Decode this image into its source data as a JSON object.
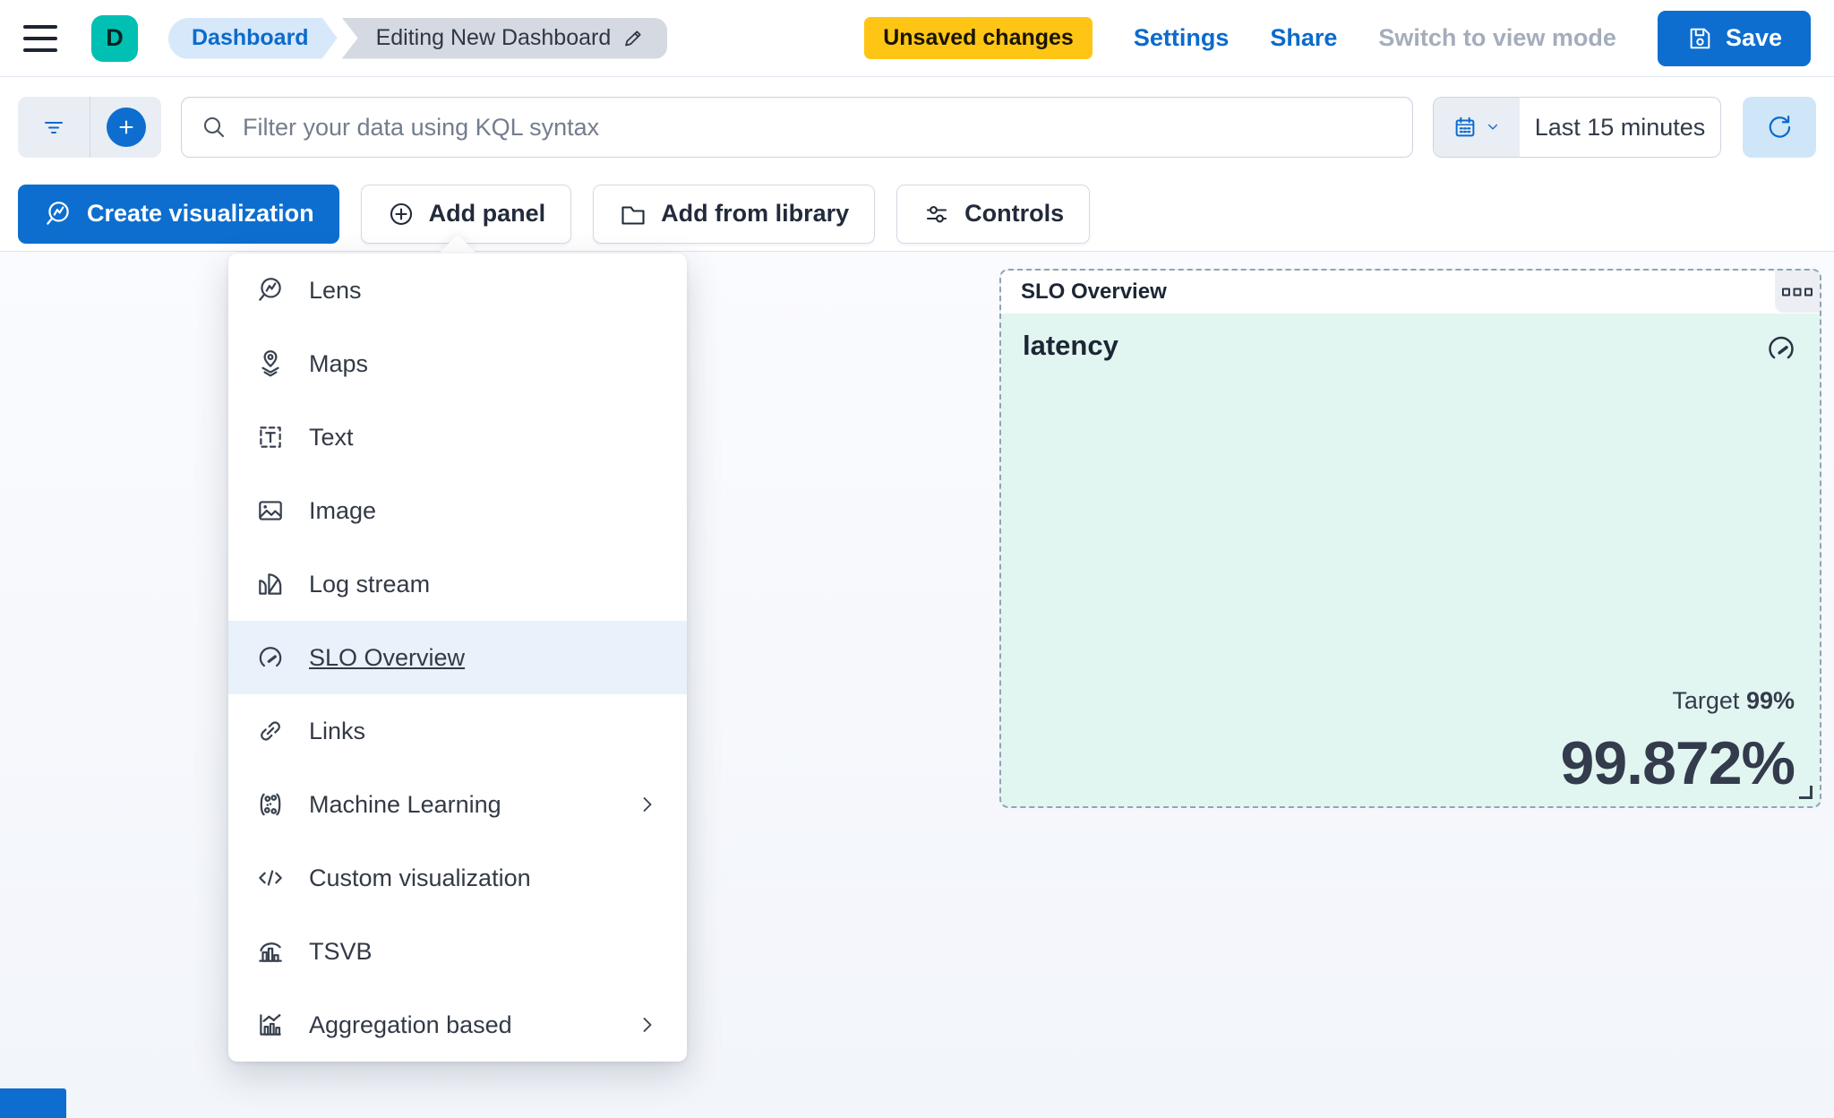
{
  "header": {
    "logo_letter": "D",
    "breadcrumbs": [
      {
        "label": "Dashboard"
      },
      {
        "label": "Editing New Dashboard"
      }
    ],
    "unsaved_badge": "Unsaved changes",
    "links": {
      "settings": "Settings",
      "share": "Share"
    },
    "view_mode_label": "Switch to view mode",
    "save_label": "Save"
  },
  "query_bar": {
    "search_placeholder": "Filter your data using KQL syntax",
    "time_range": "Last 15 minutes"
  },
  "toolbar": {
    "create_visualization": "Create visualization",
    "add_panel": "Add panel",
    "add_from_library": "Add from library",
    "controls": "Controls"
  },
  "menu": {
    "items": [
      {
        "label": "Lens",
        "icon": "lens-icon",
        "submenu": false,
        "highlighted": false
      },
      {
        "label": "Maps",
        "icon": "maps-icon",
        "submenu": false,
        "highlighted": false
      },
      {
        "label": "Text",
        "icon": "text-icon",
        "submenu": false,
        "highlighted": false
      },
      {
        "label": "Image",
        "icon": "image-icon",
        "submenu": false,
        "highlighted": false
      },
      {
        "label": "Log stream",
        "icon": "log-stream-icon",
        "submenu": false,
        "highlighted": false
      },
      {
        "label": "SLO Overview",
        "icon": "gauge-icon",
        "submenu": false,
        "highlighted": true
      },
      {
        "label": "Links",
        "icon": "links-icon",
        "submenu": false,
        "highlighted": false
      },
      {
        "label": "Machine Learning",
        "icon": "machine-learning-icon",
        "submenu": true,
        "highlighted": false
      },
      {
        "label": "Custom visualization",
        "icon": "code-icon",
        "submenu": false,
        "highlighted": false
      },
      {
        "label": "TSVB",
        "icon": "tsvb-icon",
        "submenu": false,
        "highlighted": false
      },
      {
        "label": "Aggregation based",
        "icon": "aggregation-icon",
        "submenu": true,
        "highlighted": false
      }
    ]
  },
  "panel": {
    "title": "SLO Overview",
    "slo_name": "latency",
    "target_label": "Target",
    "target_value": "99%",
    "value": "99.872%"
  },
  "colors": {
    "primary": "#0b6bcb",
    "primary_button": "#0d6ecf",
    "badge_yellow": "#fec514",
    "logo_teal": "#00bfb3",
    "panel_teal": "#e2f6f1",
    "menu_highlight": "#e9f1fb",
    "refresh_bg": "#cfe6f8"
  }
}
